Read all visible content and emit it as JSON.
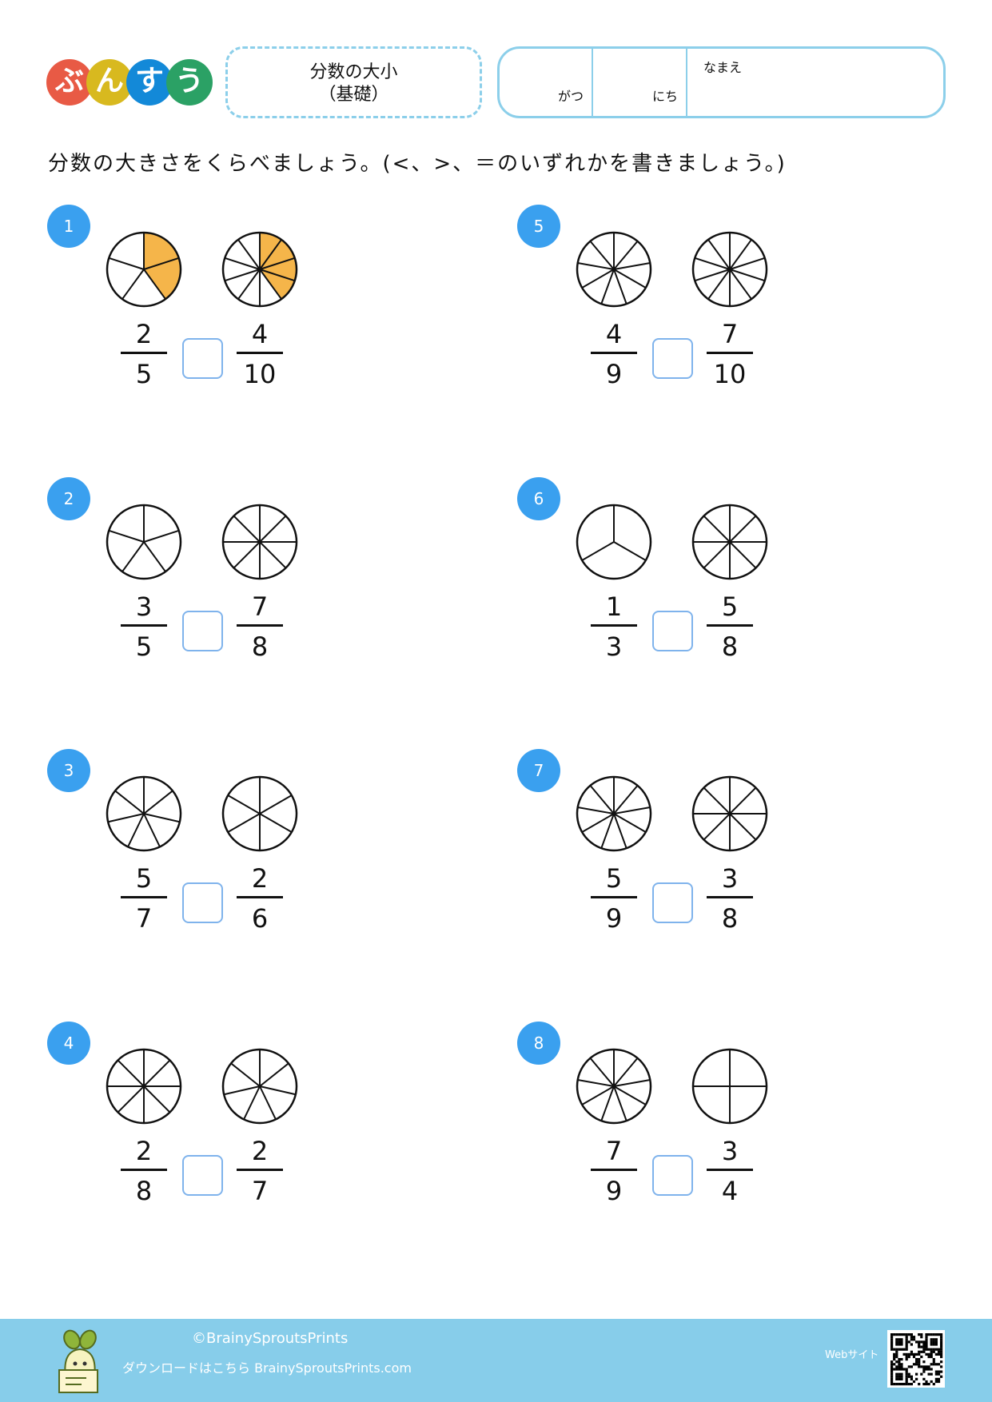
{
  "header": {
    "logo_chars": [
      "ぶ",
      "ん",
      "す",
      "う"
    ],
    "logo_colors": [
      "#e85a45",
      "#d8b91f",
      "#1389d8",
      "#2ba165"
    ],
    "title_line1": "分数の大小",
    "title_line2": "（基礎）",
    "month_label": "がつ",
    "day_label": "にち",
    "name_label": "なまえ"
  },
  "instruction": "分数の大きさをくらべましょう。(<、>、＝のいずれかを書きましょう。)",
  "colors": {
    "shade": "#f5b54a",
    "badge": "#3aa0ef",
    "accent": "#8ccfea"
  },
  "problems": [
    {
      "number": "1",
      "left": {
        "num": "2",
        "den": "5",
        "shaded": 2
      },
      "right": {
        "num": "4",
        "den": "10",
        "shaded": 4
      }
    },
    {
      "number": "2",
      "left": {
        "num": "3",
        "den": "5",
        "shaded": 0
      },
      "right": {
        "num": "7",
        "den": "8",
        "shaded": 0
      }
    },
    {
      "number": "3",
      "left": {
        "num": "5",
        "den": "7",
        "shaded": 0
      },
      "right": {
        "num": "2",
        "den": "6",
        "shaded": 0
      }
    },
    {
      "number": "4",
      "left": {
        "num": "2",
        "den": "8",
        "shaded": 0
      },
      "right": {
        "num": "2",
        "den": "7",
        "shaded": 0
      }
    },
    {
      "number": "5",
      "left": {
        "num": "4",
        "den": "9",
        "shaded": 0
      },
      "right": {
        "num": "7",
        "den": "10",
        "shaded": 0
      }
    },
    {
      "number": "6",
      "left": {
        "num": "1",
        "den": "3",
        "shaded": 0
      },
      "right": {
        "num": "5",
        "den": "8",
        "shaded": 0
      }
    },
    {
      "number": "7",
      "left": {
        "num": "5",
        "den": "9",
        "shaded": 0
      },
      "right": {
        "num": "3",
        "den": "8",
        "shaded": 0
      }
    },
    {
      "number": "8",
      "left": {
        "num": "7",
        "den": "9",
        "shaded": 0
      },
      "right": {
        "num": "3",
        "den": "4",
        "shaded": 0
      }
    }
  ],
  "footer": {
    "copyright": "©BrainySproutsPrints",
    "download": "ダウンロードはこちら BrainySproutsPrints.com",
    "website_label": "Webサイト"
  }
}
